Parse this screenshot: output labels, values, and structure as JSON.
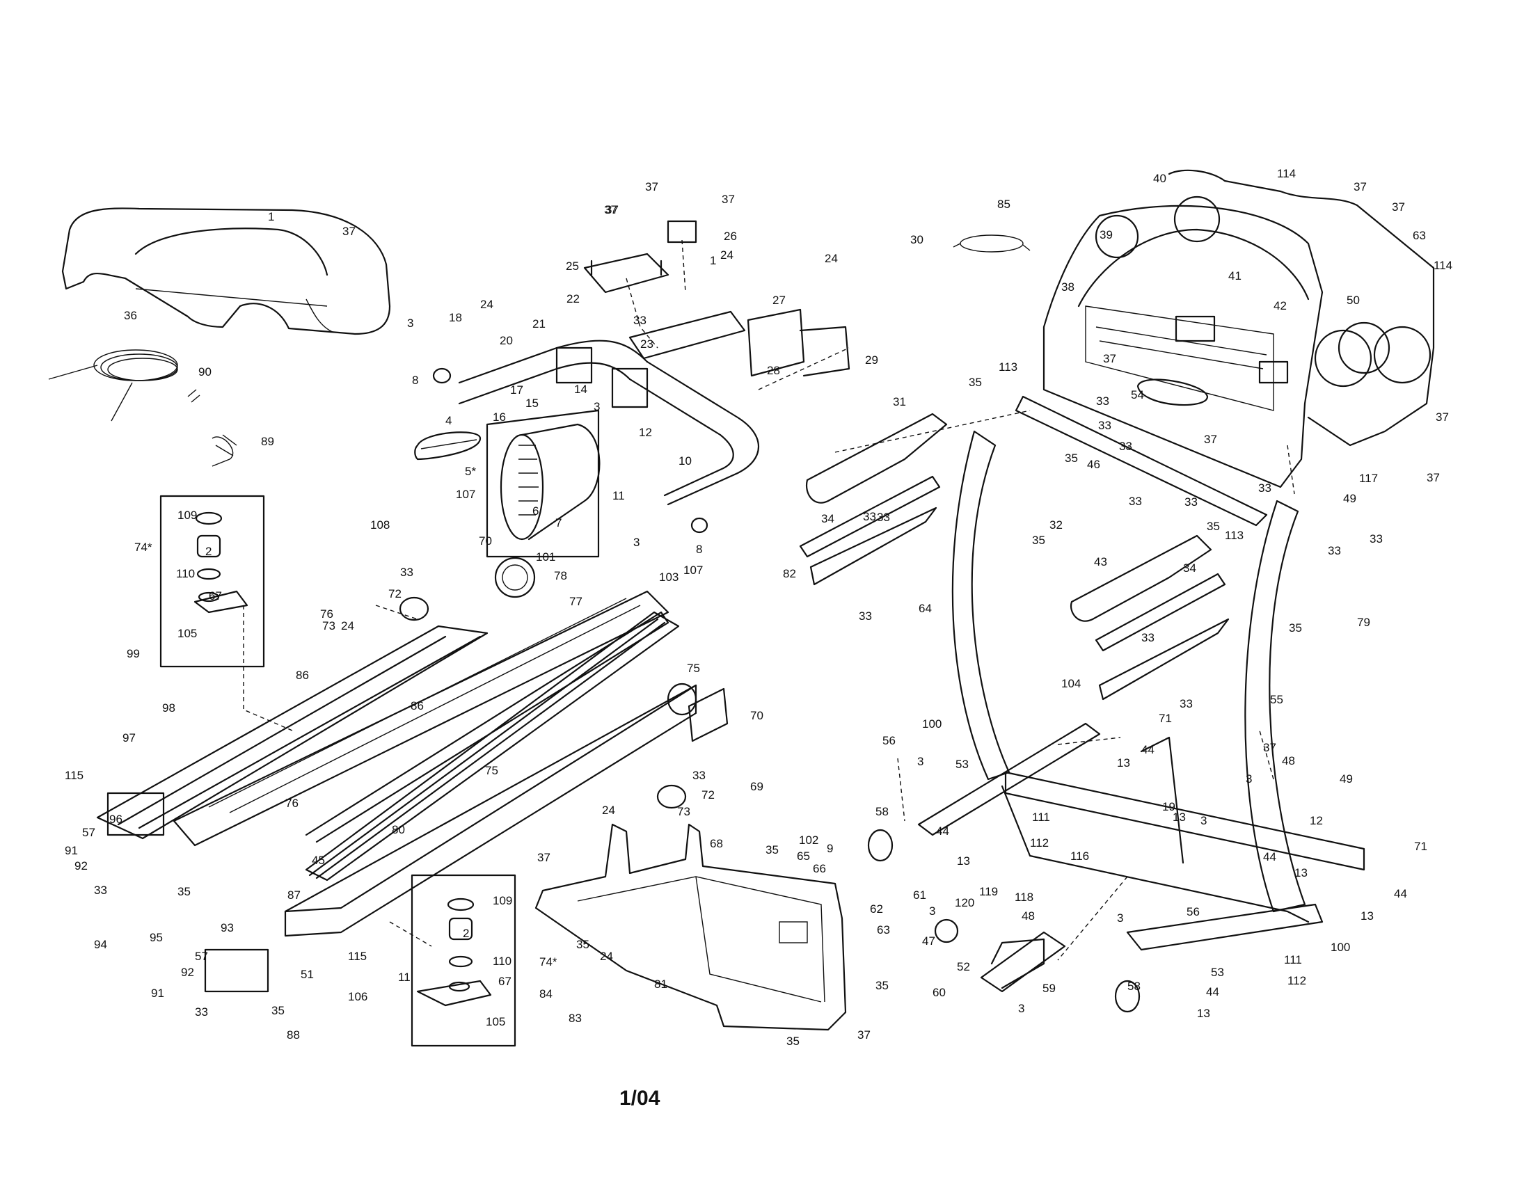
{
  "page_code": "1/04",
  "part_numbers": [
    "1",
    "2",
    "3",
    "4",
    "5*",
    "6",
    "7",
    "8",
    "9",
    "10",
    "11",
    "12",
    "13",
    "14",
    "15",
    "16",
    "17",
    "18",
    "19",
    "20",
    "21",
    "22",
    "23",
    "24",
    "25",
    "26",
    "27",
    "28",
    "29",
    "30",
    "31",
    "32",
    "33",
    "34",
    "35",
    "36",
    "37",
    "38",
    "39",
    "40",
    "41",
    "42",
    "43",
    "44",
    "45",
    "46",
    "47",
    "48",
    "49",
    "50",
    "51",
    "52",
    "53",
    "54",
    "55",
    "56",
    "57",
    "58",
    "59",
    "60",
    "61",
    "62",
    "63",
    "64",
    "65",
    "66",
    "67",
    "68",
    "69",
    "70",
    "71",
    "72",
    "73",
    "74*",
    "75",
    "76",
    "77",
    "78",
    "79",
    "80",
    "81",
    "82",
    "83",
    "84",
    "85",
    "86",
    "87",
    "88",
    "89",
    "90",
    "91",
    "92",
    "93",
    "94",
    "95",
    "96",
    "97",
    "98",
    "99",
    "100",
    "101",
    "102",
    "103",
    "104",
    "105",
    "106",
    "107",
    "108",
    "109",
    "110",
    "111",
    "112",
    "113",
    "114",
    "115",
    "116",
    "117",
    "118",
    "119",
    "120"
  ]
}
